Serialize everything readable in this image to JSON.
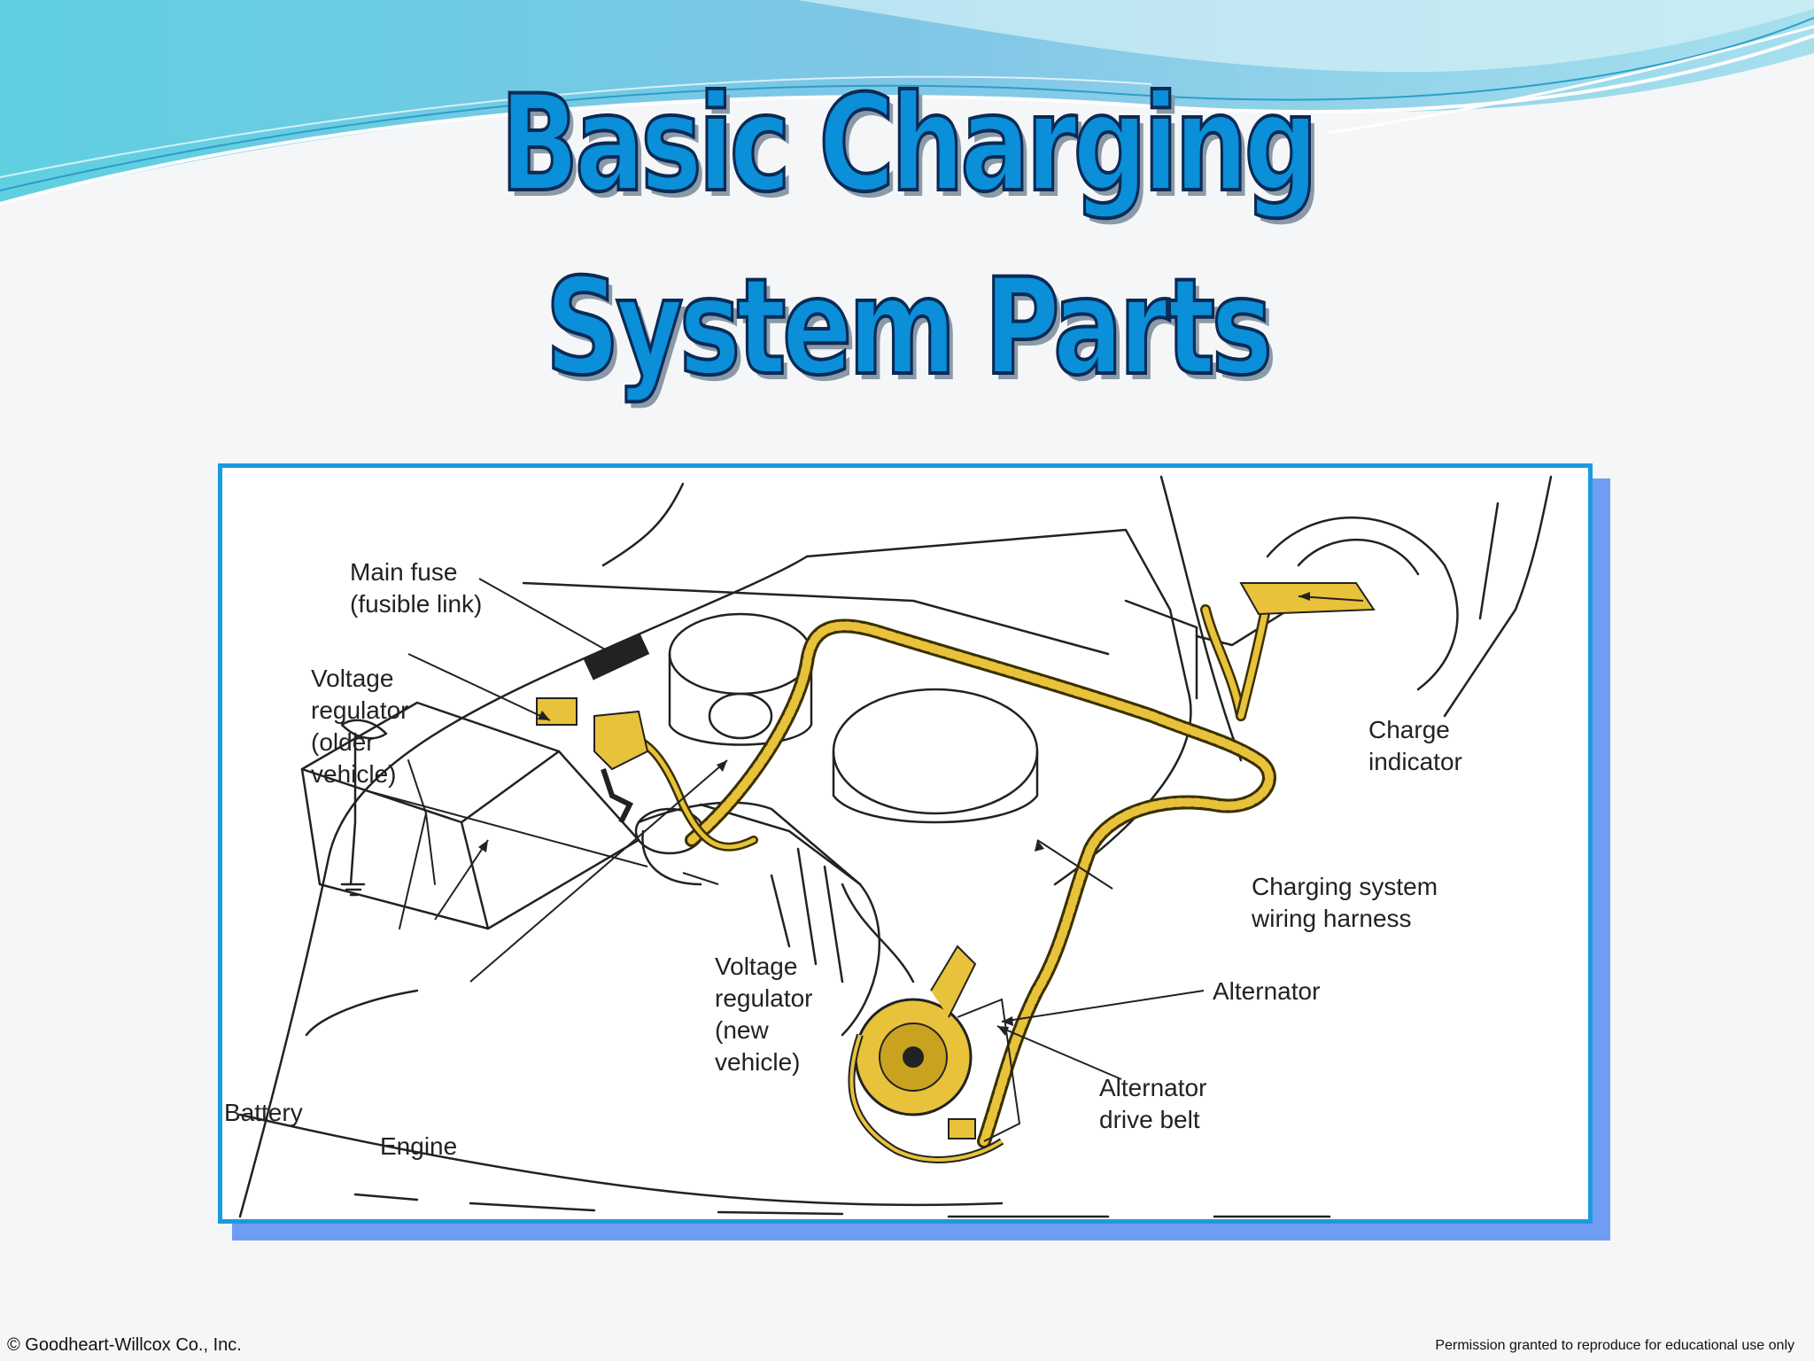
{
  "title": {
    "line1": "Basic Charging",
    "line2": "System Parts"
  },
  "figure": {
    "labels": {
      "main_fuse": "Main fuse\n(fusible link)",
      "voltage_regulator_older": "Voltage\nregulator\n(older\nvehicle)",
      "battery": "Battery",
      "engine": "Engine",
      "voltage_regulator_new": "Voltage\nregulator\n(new\nvehicle)",
      "charge_indicator": "Charge\nindicator",
      "wiring_harness": "Charging system\nwiring harness",
      "alternator": "Alternator",
      "alternator_drive_belt": "Alternator\ndrive belt"
    },
    "colors": {
      "harness": "#e8c23a",
      "frame": "#1a9be0",
      "title": "#0a8fd8"
    }
  },
  "footer": {
    "left": "© Goodheart-Willcox Co., Inc.",
    "right": "Permission granted to reproduce for educational use only"
  }
}
